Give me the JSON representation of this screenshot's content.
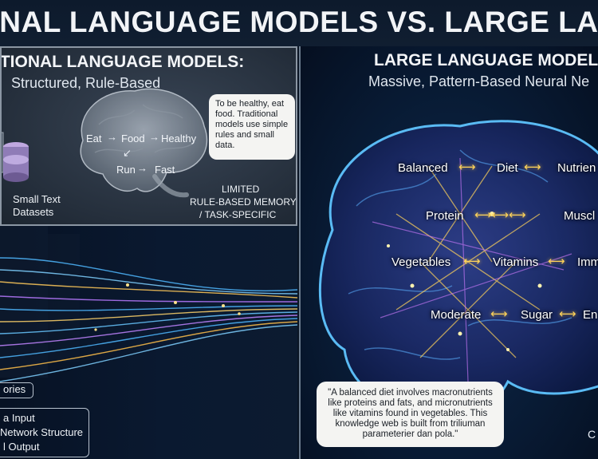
{
  "title": "ONAL LANGUAGE MODELS VS. LARGE LANGUAGE M",
  "traditional": {
    "heading": "ITIONAL LANGUAGE MODELS:",
    "subheading": "Structured, Rule-Based",
    "nodes": [
      "Eat",
      "Food",
      "Healthy",
      "Run",
      "Fast"
    ],
    "bubble": "To be healthy, eat food. Traditional models use simple rules and small data.",
    "memory_line1": "LIMITED",
    "memory_line2": "RULE-BASED MEMORY",
    "memory_line3": "/ TASK-SPECIFIC",
    "dataset_line1": "Small Text",
    "dataset_line2": "Datasets"
  },
  "flow": {
    "item1": "ories",
    "item2": "a Input",
    "item3": "Network Structure",
    "item4": "l Output"
  },
  "llm": {
    "heading": "LARGE LANGUAGE MODELS (L",
    "subheading": "Massive, Pattern-Based Neural Ne",
    "nodes": {
      "balanced": "Balanced",
      "diet": "Diet",
      "nutrient": "Nutrien",
      "protein": "Protein",
      "muscle": "Muscl",
      "vegetables": "Vegetables",
      "vitamins": "Vitamins",
      "imm": "Imm",
      "moderate": "Moderate",
      "sugar": "Sugar",
      "en": "En"
    },
    "bubble": "\"A balanced diet involves macronutrients like proteins and fats, and micronutrients like vitamins found in vegetables. This knowledge web is built from triliuman parameterier dan pola.\"",
    "corner": "C"
  },
  "colors": {
    "background": "#0a1524",
    "llm_arrow": "#ffd45a",
    "trad_panel": "#2f3a48"
  }
}
